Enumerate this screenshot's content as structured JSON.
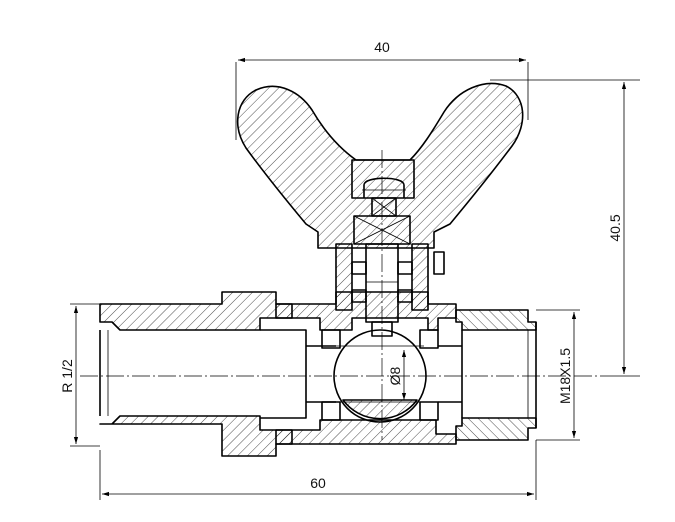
{
  "dimensions": {
    "handle_width": "40",
    "total_height": "40.5",
    "pipe_thread": "R 1/2",
    "outlet_thread": "M18X1.5",
    "ball_bore": "Ø8",
    "total_length": "60"
  },
  "colors": {
    "line": "#000000",
    "background": "#ffffff"
  }
}
